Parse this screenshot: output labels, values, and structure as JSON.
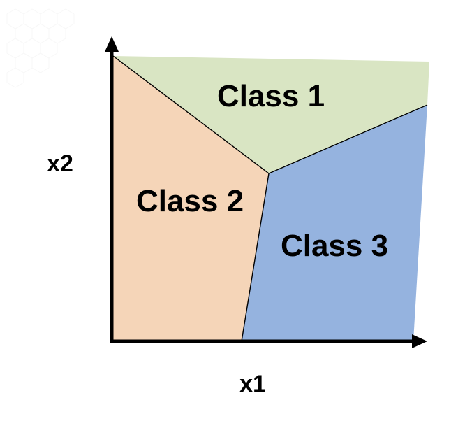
{
  "diagram": {
    "regions": [
      {
        "id": "class-1",
        "label": "Class 1",
        "color": "#d9e5c3"
      },
      {
        "id": "class-2",
        "label": "Class 2",
        "color": "#f5d5b8"
      },
      {
        "id": "class-3",
        "label": "Class 3",
        "color": "#95b3df"
      }
    ],
    "axes": {
      "x_label": "x1",
      "y_label": "x2",
      "axis_color": "#000000"
    },
    "boundary_color": "#000000"
  }
}
